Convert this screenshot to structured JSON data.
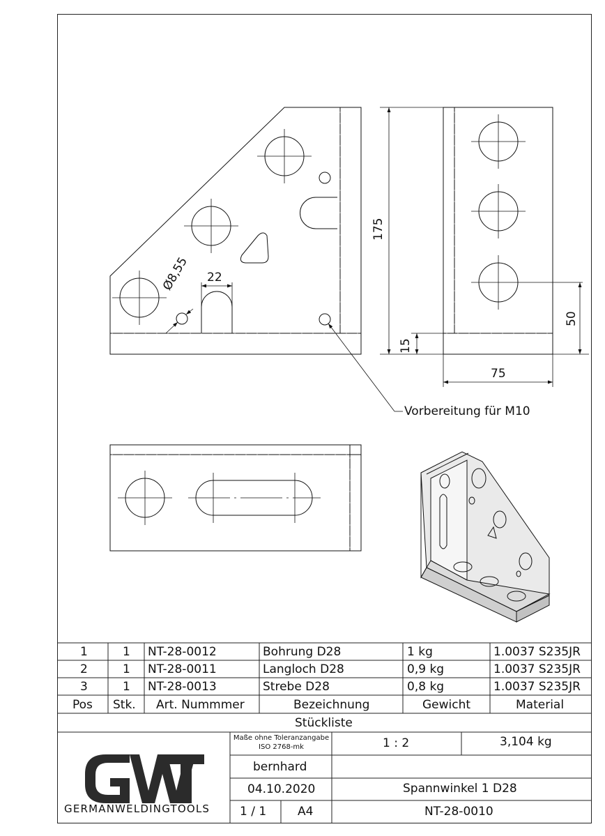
{
  "drawing": {
    "dimensions": {
      "width_22": "22",
      "dia_855": "Ø8,55",
      "height_175": "175",
      "height_50": "50",
      "height_15": "15",
      "width_75": "75"
    },
    "note_m10": "Vorbereitung für M10"
  },
  "bom": {
    "rows": [
      {
        "pos": "1",
        "qty": "1",
        "art": "NT-28-0012",
        "desc": "Bohrung D28",
        "weight": "1 kg",
        "material": "1.0037 S235JR"
      },
      {
        "pos": "2",
        "qty": "1",
        "art": "NT-28-0011",
        "desc": "Langloch D28",
        "weight": "0,9 kg",
        "material": "1.0037 S235JR"
      },
      {
        "pos": "3",
        "qty": "1",
        "art": "NT-28-0013",
        "desc": "Strebe D28",
        "weight": "0,8 kg",
        "material": "1.0037 S235JR"
      }
    ],
    "headers": {
      "pos": "Pos",
      "qty": "Stk.",
      "art": "Art. Nummmer",
      "desc": "Bezeichnung",
      "weight": "Gewicht",
      "material": "Material"
    },
    "title": "Stückliste"
  },
  "title_block": {
    "logo_text": "GWT",
    "company": "GERMANWELDINGTOOLS",
    "tolerance_line1": "Maße ohne Toleranzangabe",
    "tolerance_line2": "ISO 2768-mk",
    "scale": "1 : 2",
    "total_weight": "3,104 kg",
    "author": "bernhard",
    "date": "04.10.2020",
    "title": "Spannwinkel 1 D28",
    "sheet": "1 / 1",
    "format": "A4",
    "drawing_number": "NT-28-0010"
  }
}
